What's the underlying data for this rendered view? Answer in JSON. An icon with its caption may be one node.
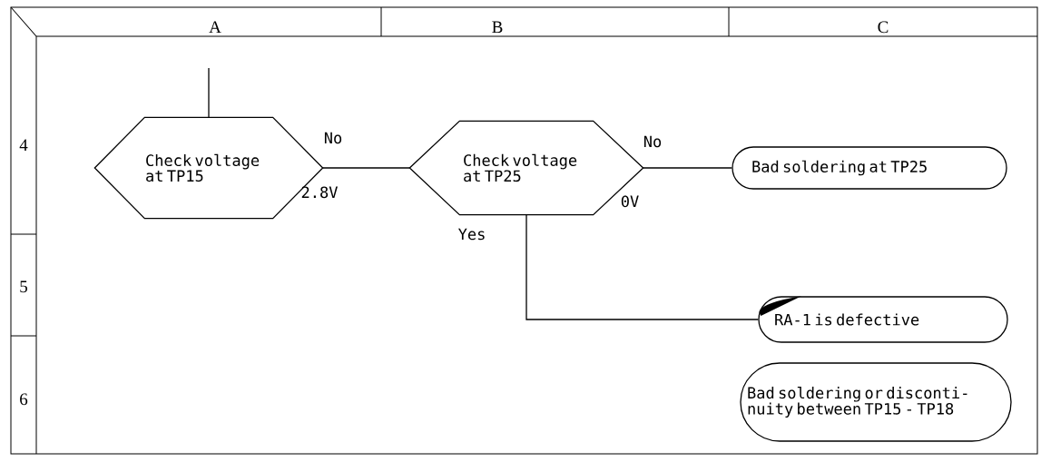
{
  "diagram": {
    "nodes": [
      {
        "text": [
          "Check voltage at TP15"
        ]
      },
      {
        "text": [
          "Check voltage at TP25"
        ]
      },
      {
        "text": [
          "Bad soldering at TP25"
        ]
      },
      {
        "text": [
          "RA-1 is defective"
        ]
      },
      {
        "text": [
          "Bad soldering or disconti- nuity between TP15 - TP18"
        ]
      }
    ],
    "edges": [
      {
        "from": null,
        "to": 0,
        "arrow": "none"
      },
      {
        "from": 0,
        "to": 1,
        "arrow": "none",
        "label": "No"
      },
      {
        "from": 1,
        "to": 2,
        "arrow": "none",
        "label": "No"
      },
      {
        "from": 1,
        "to": 3,
        "arrow": "none",
        "label": "Yes"
      }
    ],
    "labels": [
      "A",
      "B",
      "C",
      "4",
      "2.8V",
      "0V",
      "5",
      "6"
    ]
  }
}
